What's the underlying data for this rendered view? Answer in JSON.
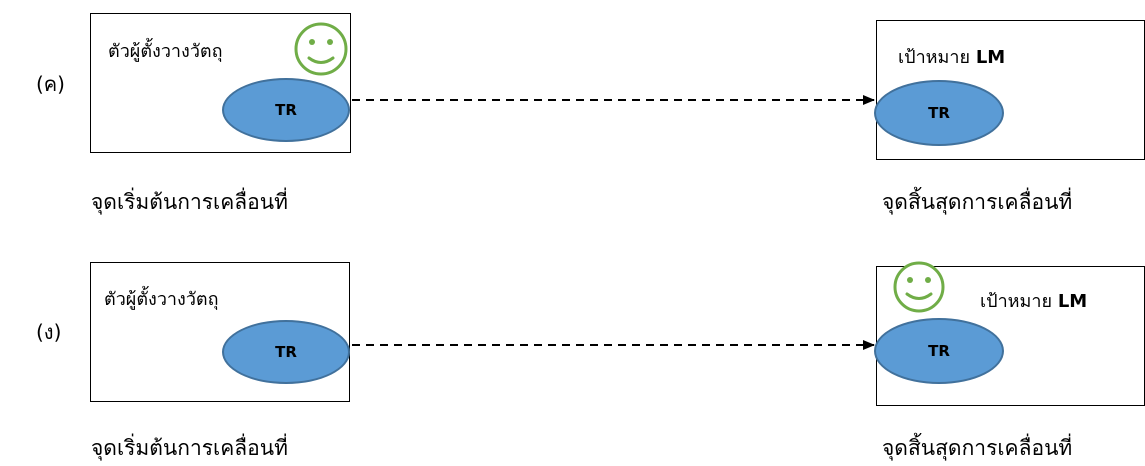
{
  "rows": [
    {
      "panel_label": "(ค)",
      "start": {
        "box_text": "ตัวผู้ตั้งวางวัตถุ",
        "ellipse_label": "TR",
        "caption": "จุดเริ่มต้นการเคลื่อนที่",
        "smiley": true
      },
      "end": {
        "box_text": "เป้าหมาย",
        "box_text_suffix": "LM",
        "ellipse_label": "TR",
        "caption": "จุดสิ้นสุดการเคลื่อนที่",
        "smiley": false
      }
    },
    {
      "panel_label": "(ง)",
      "start": {
        "box_text": "ตัวผู้ตั้งวางวัตถุ",
        "ellipse_label": "TR",
        "caption": "จุดเริ่มต้นการเคลื่อนที่",
        "smiley": false
      },
      "end": {
        "box_text": "เป้าหมาย",
        "box_text_suffix": "LM",
        "ellipse_label": "TR",
        "caption": "จุดสิ้นสุดการเคลื่อนที่",
        "smiley": true
      }
    }
  ],
  "colors": {
    "ellipse_fill": "#5b9bd5",
    "ellipse_stroke": "#41719c",
    "smiley": "#70ad47"
  },
  "icons": [
    "smiley-face-icon"
  ]
}
